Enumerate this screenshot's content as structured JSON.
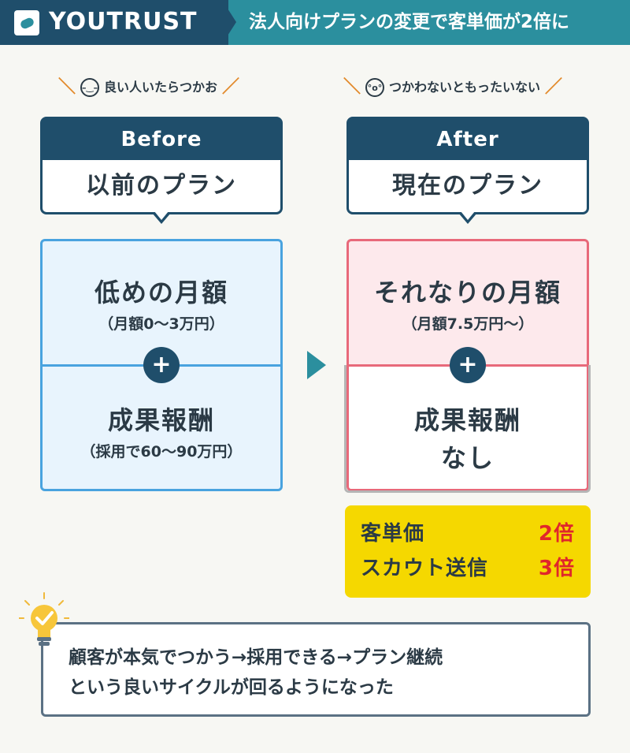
{
  "header": {
    "brand": "YOUTRUST",
    "title": "法人向けプランの変更で客単価が2倍に"
  },
  "before": {
    "caption": "良い人いたらつかお",
    "label": "Before",
    "plan_name": "以前のプラン",
    "top_main": "低めの月額",
    "top_sub": "（月額0〜3万円）",
    "plus": "+",
    "bottom_main": "成果報酬",
    "bottom_sub": "（採用で60〜90万円）"
  },
  "after": {
    "caption": "つかわないともったいない",
    "label": "After",
    "plan_name": "現在のプラン",
    "top_main": "それなりの月額",
    "top_sub": "（月額7.5万円〜）",
    "plus": "+",
    "bottom_main": "成果報酬",
    "bottom_sub": "なし"
  },
  "results": [
    {
      "label": "客単価",
      "value": "2倍"
    },
    {
      "label": "スカウト送信",
      "value": "3倍"
    }
  ],
  "comment": {
    "line1": "顧客が本気でつかう→採用できる→プラン継続",
    "line2": "という良いサイクルが回るようになった"
  },
  "icons": {
    "before_face": "neutral-face-icon",
    "after_face": "shocked-face-icon",
    "bulb": "lightbulb-check-icon",
    "logo": "youtrust-logo-icon"
  },
  "colors": {
    "navy": "#1f4e6b",
    "teal": "#2b8f9e",
    "blue": "#49a3df",
    "red": "#e8697a",
    "yellow": "#f5d800",
    "accent_red": "#e0262b",
    "orange": "#e28a2b"
  }
}
